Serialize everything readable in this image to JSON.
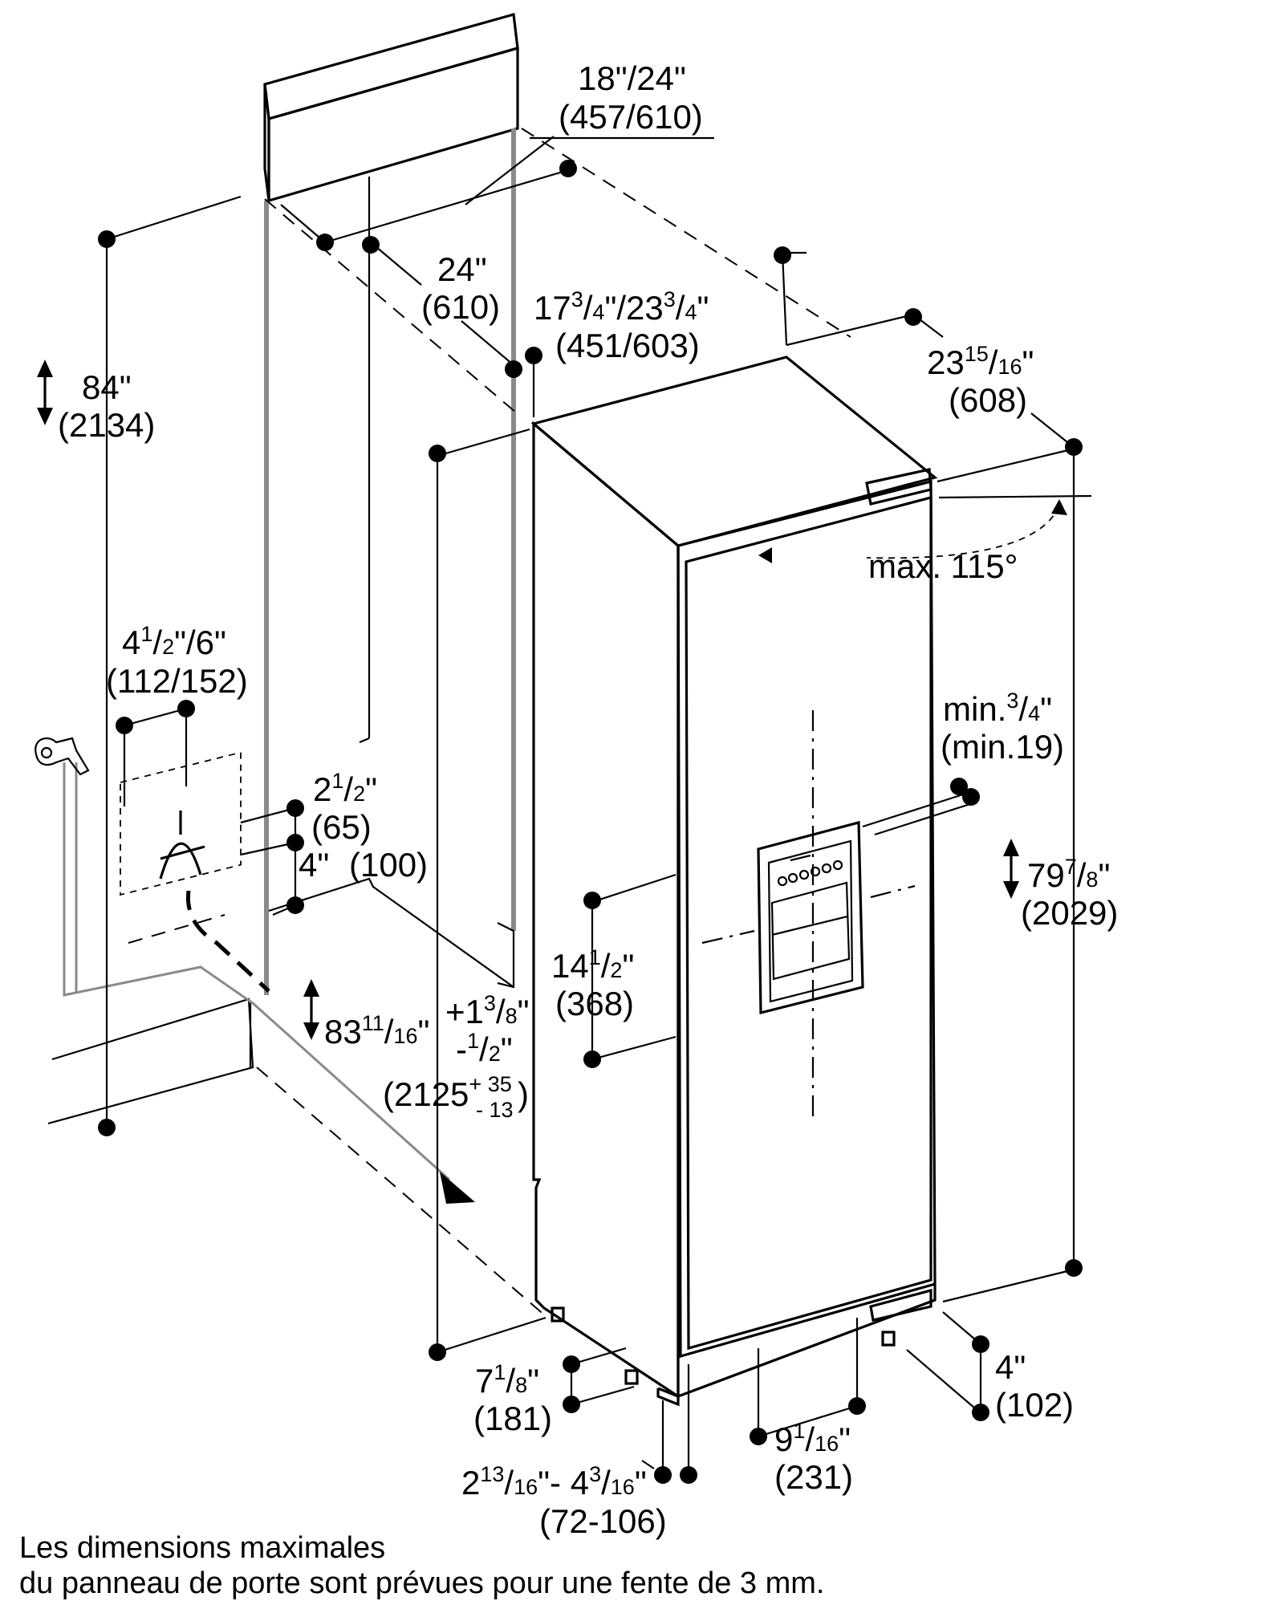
{
  "dims": {
    "niche_width": {
      "imperial": "18\"/24\"",
      "metric": "(457/610)"
    },
    "niche_depth": {
      "imperial": "24\"",
      "metric": "(610)"
    },
    "appliance_width": {
      "whole1": "17",
      "frac1_num": "3",
      "frac1_den": "4",
      "mid": "\"/23",
      "frac2_num": "3",
      "frac2_den": "4",
      "tail": "\"",
      "metric": "(451/603)"
    },
    "appliance_depth": {
      "whole": "23",
      "num": "15",
      "den": "16",
      "tail": "\"",
      "metric": "(608)"
    },
    "niche_height": {
      "imperial": "84\"",
      "metric": "(2134)"
    },
    "door_angle": {
      "text": "max. 115°"
    },
    "water_zone_width": {
      "whole1": "4",
      "num1": "1",
      "den1": "2",
      "mid": "\"/6\"",
      "metric": "(112/152)"
    },
    "water_zone_height": {
      "whole": "2",
      "num": "1",
      "den": "2",
      "tail": "\"",
      "metric": "(65)"
    },
    "water_zone_floor": {
      "imperial": "4\"",
      "metric": "(100)"
    },
    "handle_clearance": {
      "prefix": "min.",
      "num": "3",
      "den": "4",
      "tail": "\"",
      "metric": "(min.19)"
    },
    "appliance_height": {
      "whole": "79",
      "num": "7",
      "den": "8",
      "tail": "\"",
      "metric": "(2029)"
    },
    "installation_height": {
      "whole": "83",
      "num": "11",
      "den": "16",
      "tail": "\"",
      "tol_plus": "+1",
      "tol_plus_num": "3",
      "tol_plus_den": "8",
      "tol_plus_tail": "\"",
      "tol_minus": "-",
      "tol_minus_num": "1",
      "tol_minus_den": "2",
      "tol_minus_tail": "\"",
      "metric": "(2125",
      "metric_plus": "+ 35",
      "metric_minus": "- 13",
      "metric_close": ")"
    },
    "dispenser_height": {
      "whole": "14",
      "num": "1",
      "den": "2",
      "tail": "\"",
      "metric": "(368)"
    },
    "plinth_depth": {
      "whole": "7",
      "num": "1",
      "den": "8",
      "tail": "\"",
      "metric": "(181)"
    },
    "plinth_height_range": {
      "whole1": "2",
      "num1": "13",
      "den1": "16",
      "mid": "\"- 4",
      "num2": "3",
      "den2": "16",
      "tail": "\"",
      "metric": "(72-106)"
    },
    "vent_width": {
      "whole": "9",
      "num": "1",
      "den": "16",
      "tail": "\"",
      "metric": "(231)"
    },
    "foot_height": {
      "imperial": "4\"",
      "metric": "(102)"
    }
  },
  "note": {
    "line1": "Les dimensions maximales",
    "line2": "du panneau de porte sont prévues pour une fente de 3 mm."
  },
  "icons": {
    "water_tap": "water-tap-icon",
    "water_connection": "water-connection-icon"
  }
}
